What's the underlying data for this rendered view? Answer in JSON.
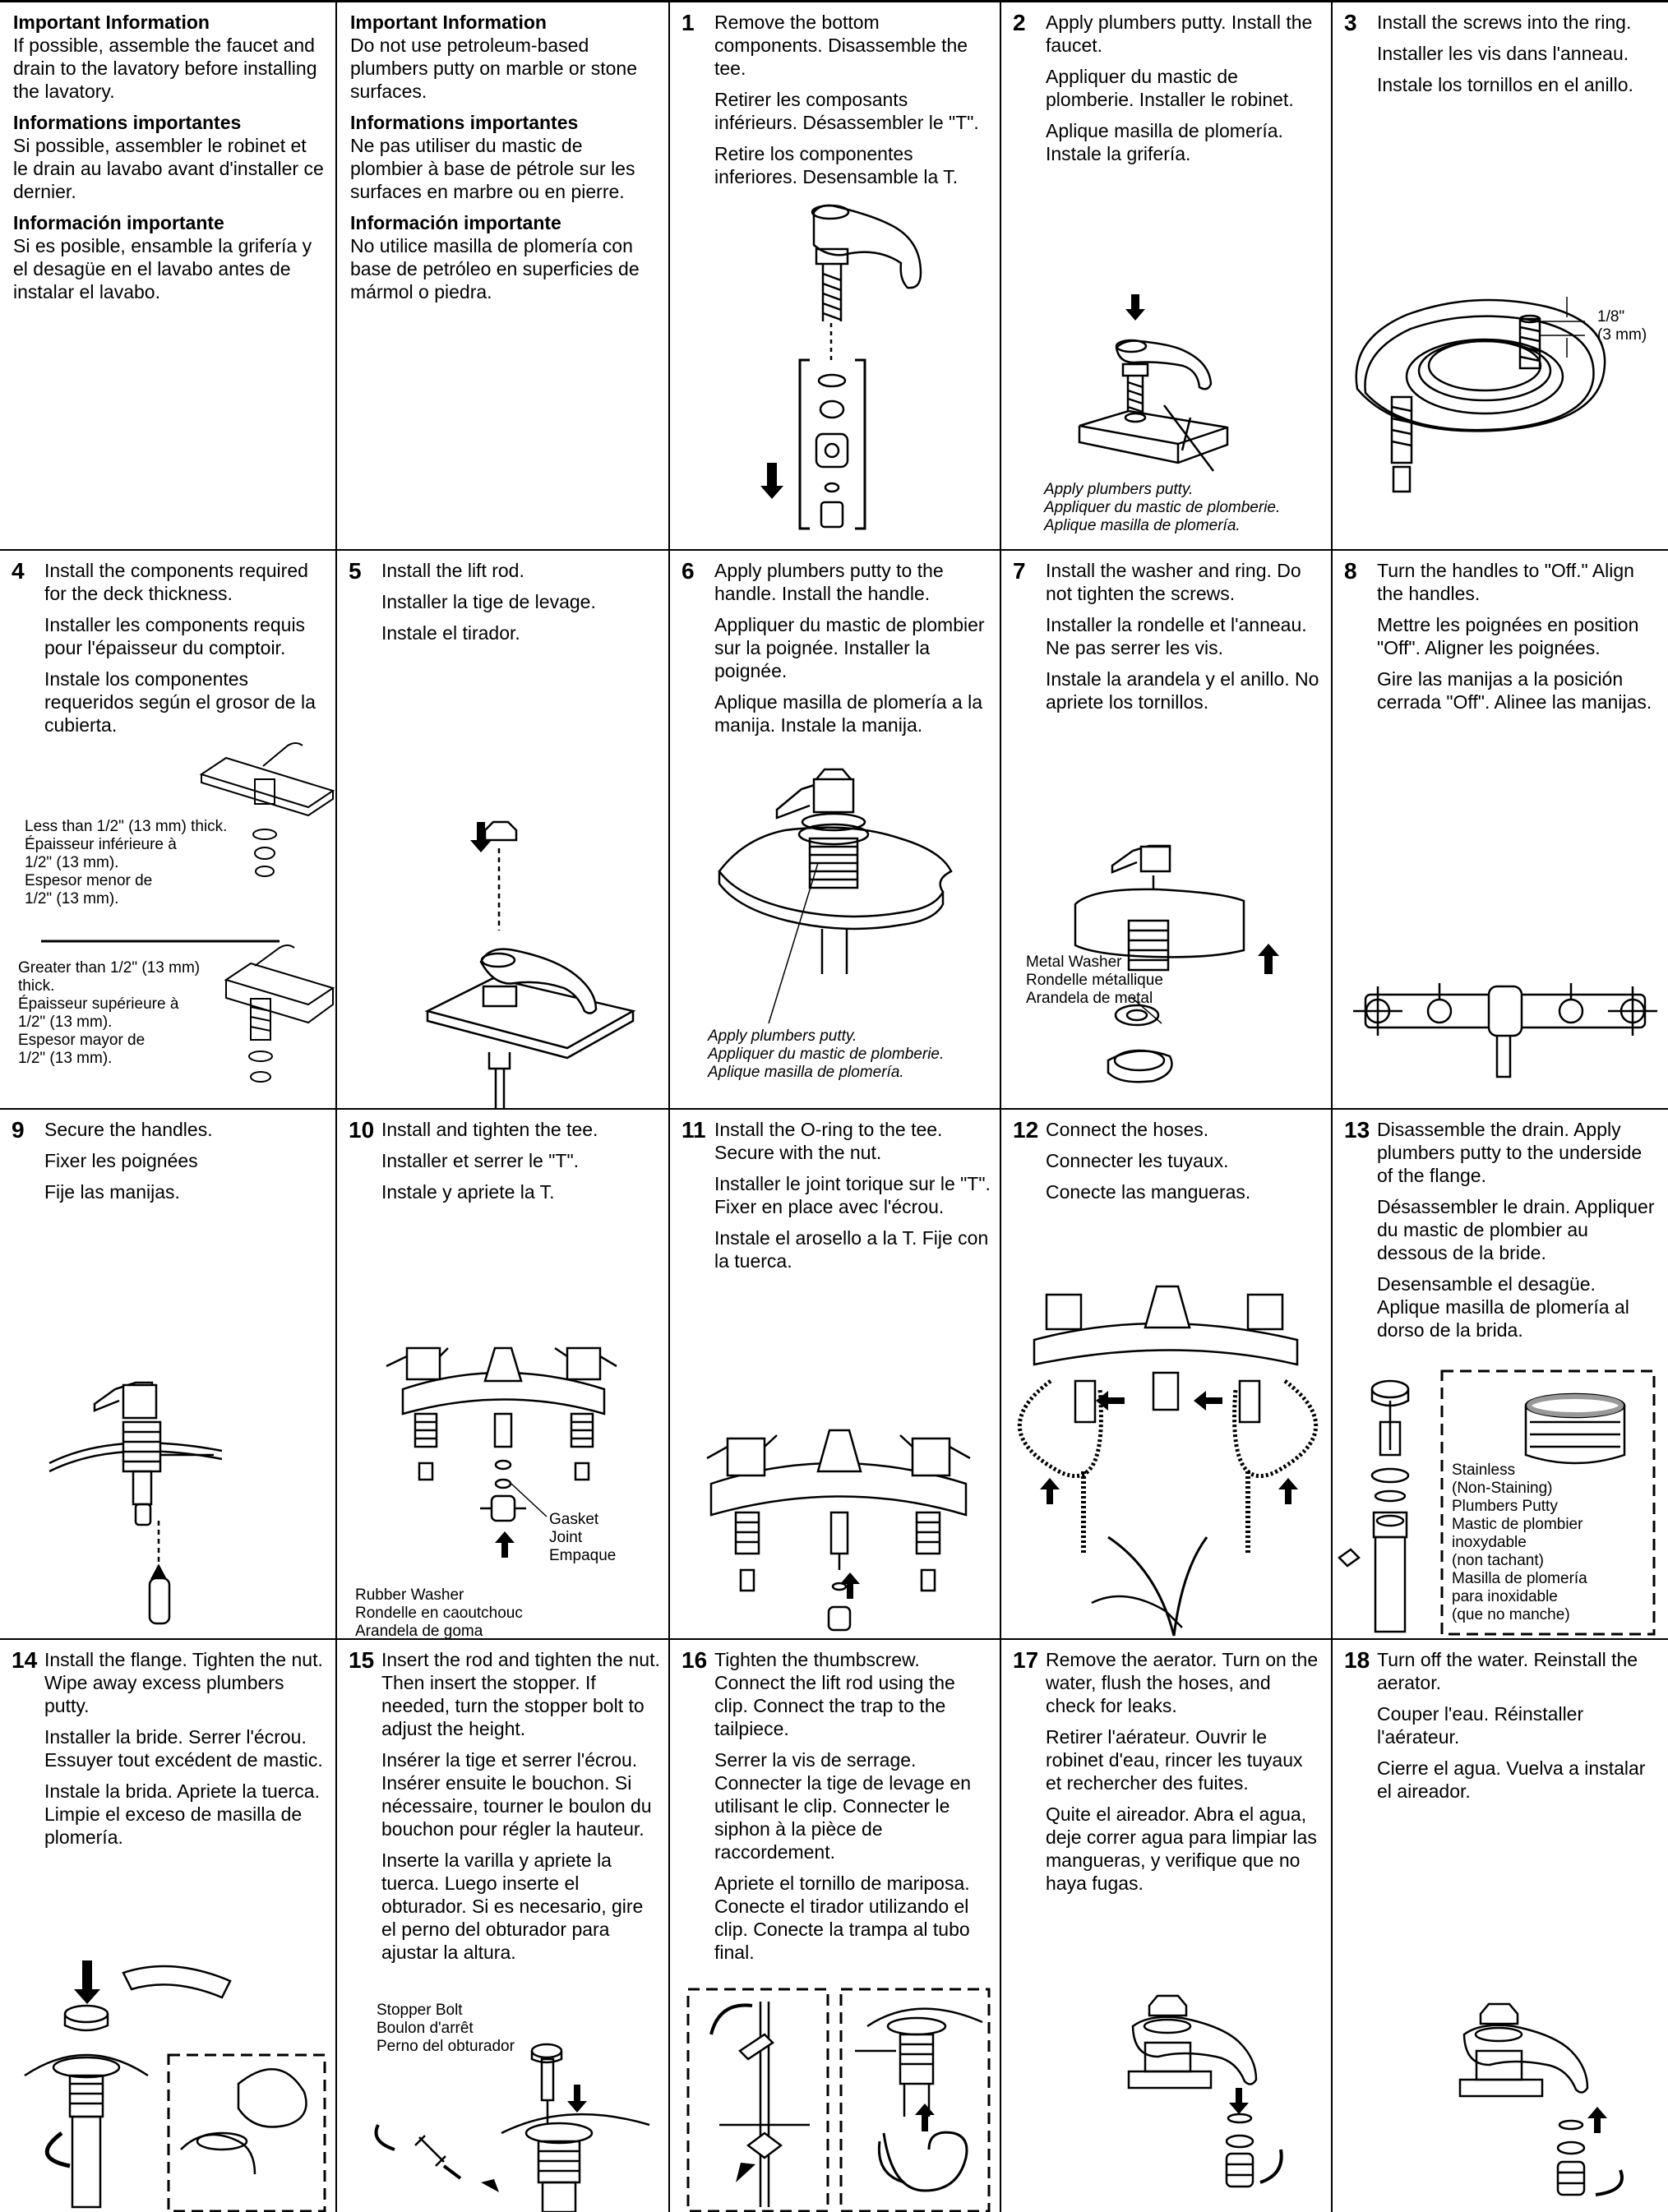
{
  "info": [
    {
      "sections": [
        {
          "heading": "Important Information",
          "text": "If possible, assemble the faucet and drain to the lavatory before installing the lavatory."
        },
        {
          "heading": "Informations importantes",
          "text": "Si possible, assembler le robinet et le drain au lavabo avant d'installer ce dernier."
        },
        {
          "heading": "Información importante",
          "text": "Si es posible, ensamble la grifería y el desagüe en el lavabo antes de instalar el lavabo."
        }
      ]
    },
    {
      "sections": [
        {
          "heading": "Important Information",
          "text": "Do not use petroleum-based plumbers putty on marble or stone surfaces."
        },
        {
          "heading": "Informations importantes",
          "text": "Ne pas utiliser du mastic de plombier à base de pétrole sur les surfaces en marbre ou en pierre."
        },
        {
          "heading": "Información importante",
          "text": "No utilice masilla de plomería con base de petróleo en superficies de mármol o piedra."
        }
      ]
    }
  ],
  "steps": [
    {
      "num": "1",
      "en": "Remove the bottom components. Disassemble the tee.",
      "fr": "Retirer les composants inférieurs. Désassembler le \"T\".",
      "es": "Retire los componentes inferiores. Desensamble la T."
    },
    {
      "num": "2",
      "en": "Apply plumbers putty. Install the faucet.",
      "fr": "Appliquer du mastic de plomberie. Installer le robinet.",
      "es": "Aplique masilla de plomería. Instale la grifería."
    },
    {
      "num": "3",
      "en": "Install the screws into the ring.",
      "fr": "Installer les vis dans l'anneau.",
      "es": "Instale los tornillos en el anillo."
    },
    {
      "num": "4",
      "en": "Install the components required for the deck thickness.",
      "fr": "Installer les components requis pour l'épaisseur du comptoir.",
      "es": "Instale los componentes requeridos según el grosor de la cubierta."
    },
    {
      "num": "5",
      "en": "Install the lift rod.",
      "fr": "Installer la tige de levage.",
      "es": "Instale el tirador."
    },
    {
      "num": "6",
      "en": "Apply plumbers putty to the handle. Install the handle.",
      "fr": "Appliquer du mastic de plombier sur la poignée. Installer la poignée.",
      "es": "Aplique masilla de plomería a la manija. Instale la manija."
    },
    {
      "num": "7",
      "en": "Install the washer and ring. Do not tighten the screws.",
      "fr": "Installer la rondelle et l'anneau. Ne pas serrer les vis.",
      "es": "Instale la arandela y el anillo. No apriete los tornillos."
    },
    {
      "num": "8",
      "en": "Turn the handles to \"Off.\" Align the handles.",
      "fr": "Mettre les poignées en position \"Off\". Aligner les poignées.",
      "es": "Gire las manijas a la posición cerrada \"Off\". Alinee las manijas."
    },
    {
      "num": "9",
      "en": "Secure the handles.",
      "fr": "Fixer les poignées",
      "es": "Fije las manijas."
    },
    {
      "num": "10",
      "en": "Install and tighten the tee.",
      "fr": "Installer et serrer le \"T\".",
      "es": "Instale y apriete la T."
    },
    {
      "num": "11",
      "en": "Install the O-ring to the tee. Secure with the nut.",
      "fr": "Installer le joint torique sur le \"T\". Fixer en place avec l'écrou.",
      "es": "Instale el arosello a la T. Fije con la tuerca."
    },
    {
      "num": "12",
      "en": "Connect the hoses.",
      "fr": "Connecter les tuyaux.",
      "es": "Conecte las mangueras."
    },
    {
      "num": "13",
      "en": "Disassemble the drain. Apply plumbers putty to the underside of the flange.",
      "fr": "Désassembler le drain. Appliquer du mastic de plombier au dessous de la bride.",
      "es": "Desensamble el desagüe. Aplique masilla de plomería al dorso de la brida."
    },
    {
      "num": "14",
      "en": "Install the flange. Tighten the nut. Wipe away excess plumbers putty.",
      "fr": "Installer la bride. Serrer l'écrou. Essuyer tout excédent de mastic.",
      "es": "Instale la brida. Apriete la tuerca. Limpie el exceso de masilla de plomería."
    },
    {
      "num": "15",
      "en": "Insert the rod and tighten the nut. Then insert the stopper. If needed, turn the stopper bolt to adjust the height.",
      "fr": "Insérer la tige et serrer l'écrou. Insérer ensuite le bouchon. Si nécessaire, tourner le boulon du bouchon pour régler la hauteur.",
      "es": "Inserte la varilla y apriete la tuerca. Luego inserte el obturador. Si es necesario, gire el perno del obturador para ajustar la altura."
    },
    {
      "num": "16",
      "en": "Tighten the thumbscrew. Connect the lift rod using the clip. Connect the trap to the tailpiece.",
      "fr": "Serrer la vis de serrage. Connecter la tige de levage en utilisant le clip. Connecter le siphon à la pièce de raccordement.",
      "es": "Apriete el tornillo de mariposa. Conecte el tirador utilizando el clip. Conecte la trampa al tubo final."
    },
    {
      "num": "17",
      "en": "Remove the aerator. Turn on the water, flush the hoses, and check for leaks.",
      "fr": "Retirer l'aérateur. Ouvrir le robinet d'eau, rincer les tuyaux et rechercher des fuites.",
      "es": "Quite el aireador. Abra el agua, deje correr agua para limpiar las mangueras, y verifique que no haya fugas."
    },
    {
      "num": "18",
      "en": "Turn off the water. Reinstall the aerator.",
      "fr": "Couper l'eau. Réinstaller l'aérateur.",
      "es": "Cierre el agua. Vuelva a instalar el aireador."
    }
  ],
  "captions": {
    "putty_2": [
      "Apply plumbers putty.",
      "Appliquer du mastic de plomberie.",
      "Aplique masilla de plomería."
    ],
    "putty_6": [
      "Apply plumbers putty.",
      "Appliquer du mastic de plomberie.",
      "Aplique masilla de plomería."
    ],
    "gap_3": [
      "1/8\"",
      "(3 mm)"
    ],
    "less_4": [
      "Less than 1/2\" (13 mm) thick.",
      "Épaisseur inférieure à",
      "1/2\" (13 mm).",
      "Espesor menor de",
      "1/2\" (13 mm)."
    ],
    "greater_4": [
      "Greater than 1/2\" (13 mm)",
      "thick.",
      "Épaisseur supérieure à",
      "1/2\" (13 mm).",
      "Espesor mayor de",
      "1/2\" (13 mm)."
    ],
    "washer_7": [
      "Metal Washer",
      "Rondelle métallique",
      "Arandela de metal"
    ],
    "gasket_10": [
      "Gasket",
      "Joint",
      "Empaque"
    ],
    "rubber_10": [
      "Rubber Washer",
      "Rondelle en caoutchouc",
      "Arandela de goma"
    ],
    "stainless_13": [
      "Stainless",
      "(Non-Staining)",
      "Plumbers Putty",
      "Mastic de plombier",
      "inoxydable",
      "(non tachant)",
      "Masilla de plomería",
      "para inoxidable",
      "(que no manche)"
    ],
    "stopper_15": [
      "Stopper Bolt",
      "Boulon d'arrêt",
      "Perno del obturador"
    ]
  }
}
